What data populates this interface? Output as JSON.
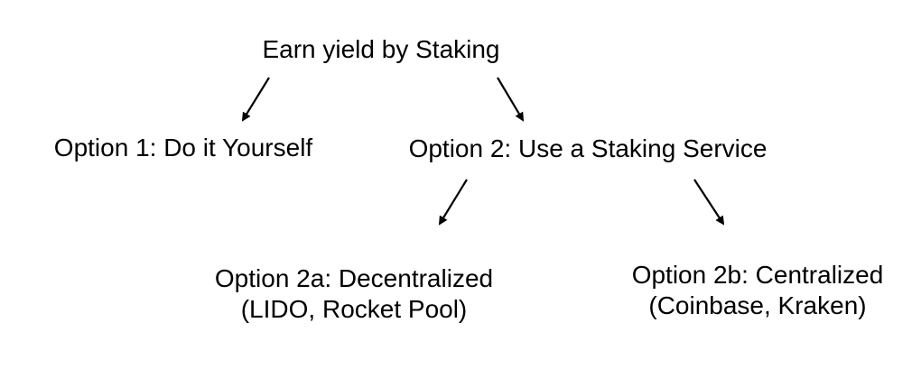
{
  "diagram": {
    "root": "Earn yield by Staking",
    "option1": "Option 1: Do it Yourself",
    "option2": "Option 2: Use a Staking Service",
    "option2a": {
      "title": "Option 2a: Decentralized",
      "examples": "(LIDO, Rocket Pool)"
    },
    "option2b": {
      "title": "Option 2b: Centralized",
      "examples": "(Coinbase, Kraken)"
    }
  },
  "colors": {
    "text": "#000000",
    "arrow": "#000000",
    "background": "#ffffff"
  }
}
